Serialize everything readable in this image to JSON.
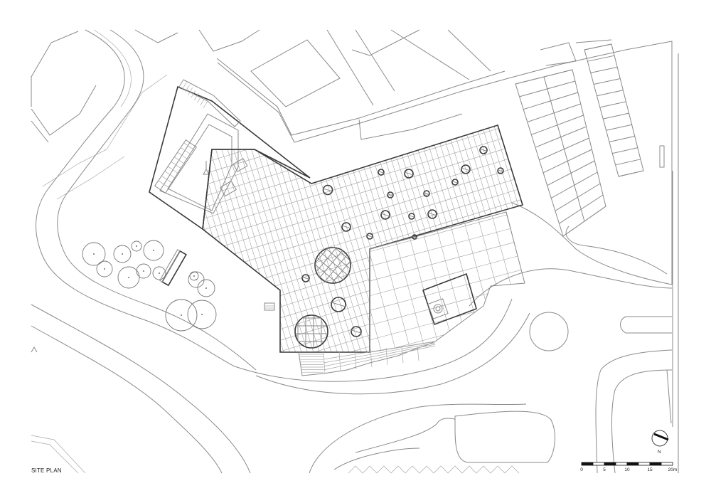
{
  "drawing": {
    "title": "SITE PLAN",
    "north_label": "N",
    "north_icon": "north-arrow-icon"
  },
  "scale_bar": {
    "ticks": [
      "0",
      "5",
      "10",
      "15",
      "20m"
    ],
    "max_value": 20,
    "unit": "m"
  },
  "colors": {
    "line": "#8a8a8a",
    "building": "#3a3a3a",
    "ink": "#222222"
  }
}
